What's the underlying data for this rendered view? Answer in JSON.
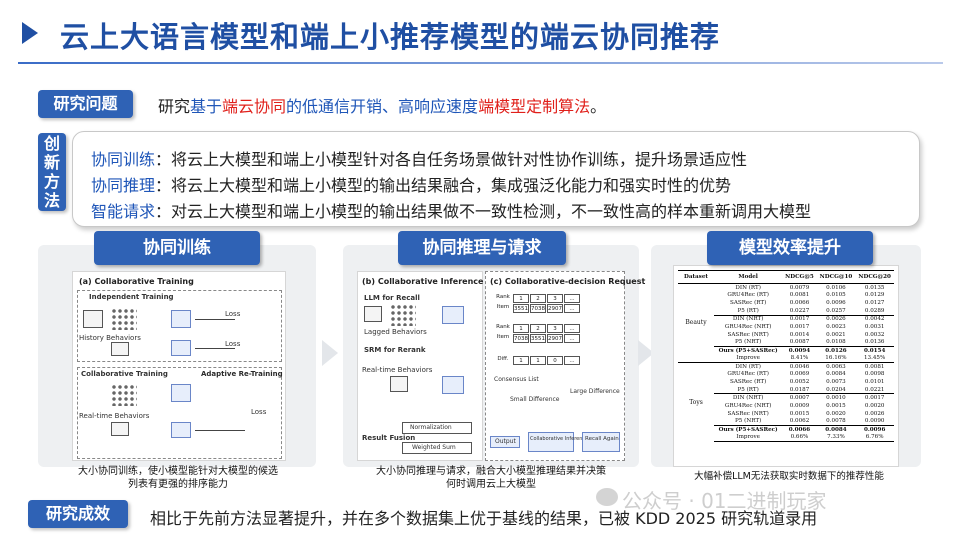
{
  "title": "云上大语言模型和端上小推荐模型的端云协同推荐",
  "problem": {
    "tag": "研究问题",
    "prefix": "研究",
    "part1": "基于",
    "part2": "端云协同",
    "part3": "的低通信开销、高响应速度",
    "part4": "端模型定制算法",
    "suffix": "。"
  },
  "method": {
    "tag": "创新方法",
    "rows": [
      {
        "term": "协同训练",
        "text": "：将云上大模型和端上小模型针对各自任务场景做针对性协作训练，提升场景适应性"
      },
      {
        "term": "协同推理",
        "text": "：将云上大模型和端上小模型的输出结果融合，集成强泛化能力和强实时性的优势"
      },
      {
        "term": "智能请求",
        "text": "：对云上大模型和端上小模型的输出结果做不一致性检测，不一致性高的样本重新调用大模型"
      }
    ]
  },
  "panels": [
    {
      "tag": "协同训练",
      "caption": "大小协同训练，使小模型能针对大模型的候选列表有更强的排序能力",
      "fig": {
        "title": "(a) Collaborative Training",
        "independent": "Independent Training",
        "history": "History Behaviors",
        "collab": "Collaborative Training",
        "adaptive": "Adaptive Re-Training",
        "realtime": "Real-time Behaviors",
        "loss": "Loss"
      }
    },
    {
      "tag": "协同推理与请求",
      "caption": "大小协同推理与请求，融合大小模型推理结果并决策何时调用云上大模型",
      "fig": {
        "title_b": "(b) Collaborative Inference",
        "title_c": "(c) Collaborative-decision Request",
        "llm": "LLM for Recall",
        "lagged": "Lagged Behaviors",
        "srm": "SRM for Rerank",
        "realtime": "Real-time Behaviors",
        "rank_label": "Rank",
        "item_label": "Item",
        "diff_label": "Diff.",
        "ranks": [
          "1",
          "2",
          "3",
          "..."
        ],
        "items1": [
          "3551",
          "7038",
          "2907",
          "..."
        ],
        "items2": [
          "7038",
          "3551",
          "2907",
          "..."
        ],
        "diffs": [
          "1",
          "1",
          "0",
          "..."
        ],
        "consensus": "Consensus List",
        "small_diff": "Small Difference",
        "large_diff": "Large Difference",
        "normalization": "Normalization",
        "weighted": "Weighted Sum",
        "result_fusion": "Result Fusion",
        "output": "Output",
        "collab_inf": "Collaborative Inference",
        "recall_again": "Recall Again"
      }
    },
    {
      "tag": "模型效率提升",
      "caption": "大幅补偿LLM无法获取实时数据下的推荐性能"
    }
  ],
  "table": {
    "headers": [
      "Dataset",
      "Model",
      "NDCG@5",
      "NDCG@10",
      "NDCG@20"
    ],
    "groups": [
      {
        "name": "Beauty",
        "rows": [
          [
            "DIN (RT)",
            "0.0079",
            "0.0106",
            "0.0135"
          ],
          [
            "GRU4Rec (RT)",
            "0.0081",
            "0.0105",
            "0.0129"
          ],
          [
            "SASRec (RT)",
            "0.0066",
            "0.0096",
            "0.0127"
          ],
          [
            "P5 (RT)",
            "0.0227",
            "0.0257",
            "0.0289"
          ],
          [
            "DIN (NRT)",
            "0.0017",
            "0.0026",
            "0.0042"
          ],
          [
            "GRU4Rec (NRT)",
            "0.0017",
            "0.0023",
            "0.0031"
          ],
          [
            "SASRec (NRT)",
            "0.0014",
            "0.0021",
            "0.0032"
          ],
          [
            "P5 (NRT)",
            "0.0087",
            "0.0108",
            "0.0136"
          ],
          [
            "Ours (P5+SASRec)",
            "0.0094",
            "0.0126",
            "0.0154"
          ],
          [
            "Improve",
            "8.41%",
            "16.16%",
            "13.45%"
          ]
        ]
      },
      {
        "name": "Toys",
        "rows": [
          [
            "DIN (RT)",
            "0.0046",
            "0.0063",
            "0.0081"
          ],
          [
            "GRU4Rec (RT)",
            "0.0069",
            "0.0084",
            "0.0098"
          ],
          [
            "SASRec (RT)",
            "0.0052",
            "0.0073",
            "0.0101"
          ],
          [
            "P5 (RT)",
            "0.0187",
            "0.0204",
            "0.0221"
          ],
          [
            "DIN (NRT)",
            "0.0007",
            "0.0010",
            "0.0017"
          ],
          [
            "GRU4Rec (NRT)",
            "0.0009",
            "0.0015",
            "0.0020"
          ],
          [
            "SASRec (NRT)",
            "0.0015",
            "0.0020",
            "0.0026"
          ],
          [
            "P5 (NRT)",
            "0.0062",
            "0.0078",
            "0.0090"
          ],
          [
            "Ours (P5+SASRec)",
            "0.0066",
            "0.0084",
            "0.0096"
          ],
          [
            "Improve",
            "0.66%",
            "7.33%",
            "6.76%"
          ]
        ]
      }
    ]
  },
  "result": {
    "tag": "研究成效",
    "text": "相比于先前方法显著提升，并在多个数据集上优于基线的结果，已被 KDD 2025 研究轨道录用"
  },
  "watermark": "公众号 · 01二进制玩家"
}
